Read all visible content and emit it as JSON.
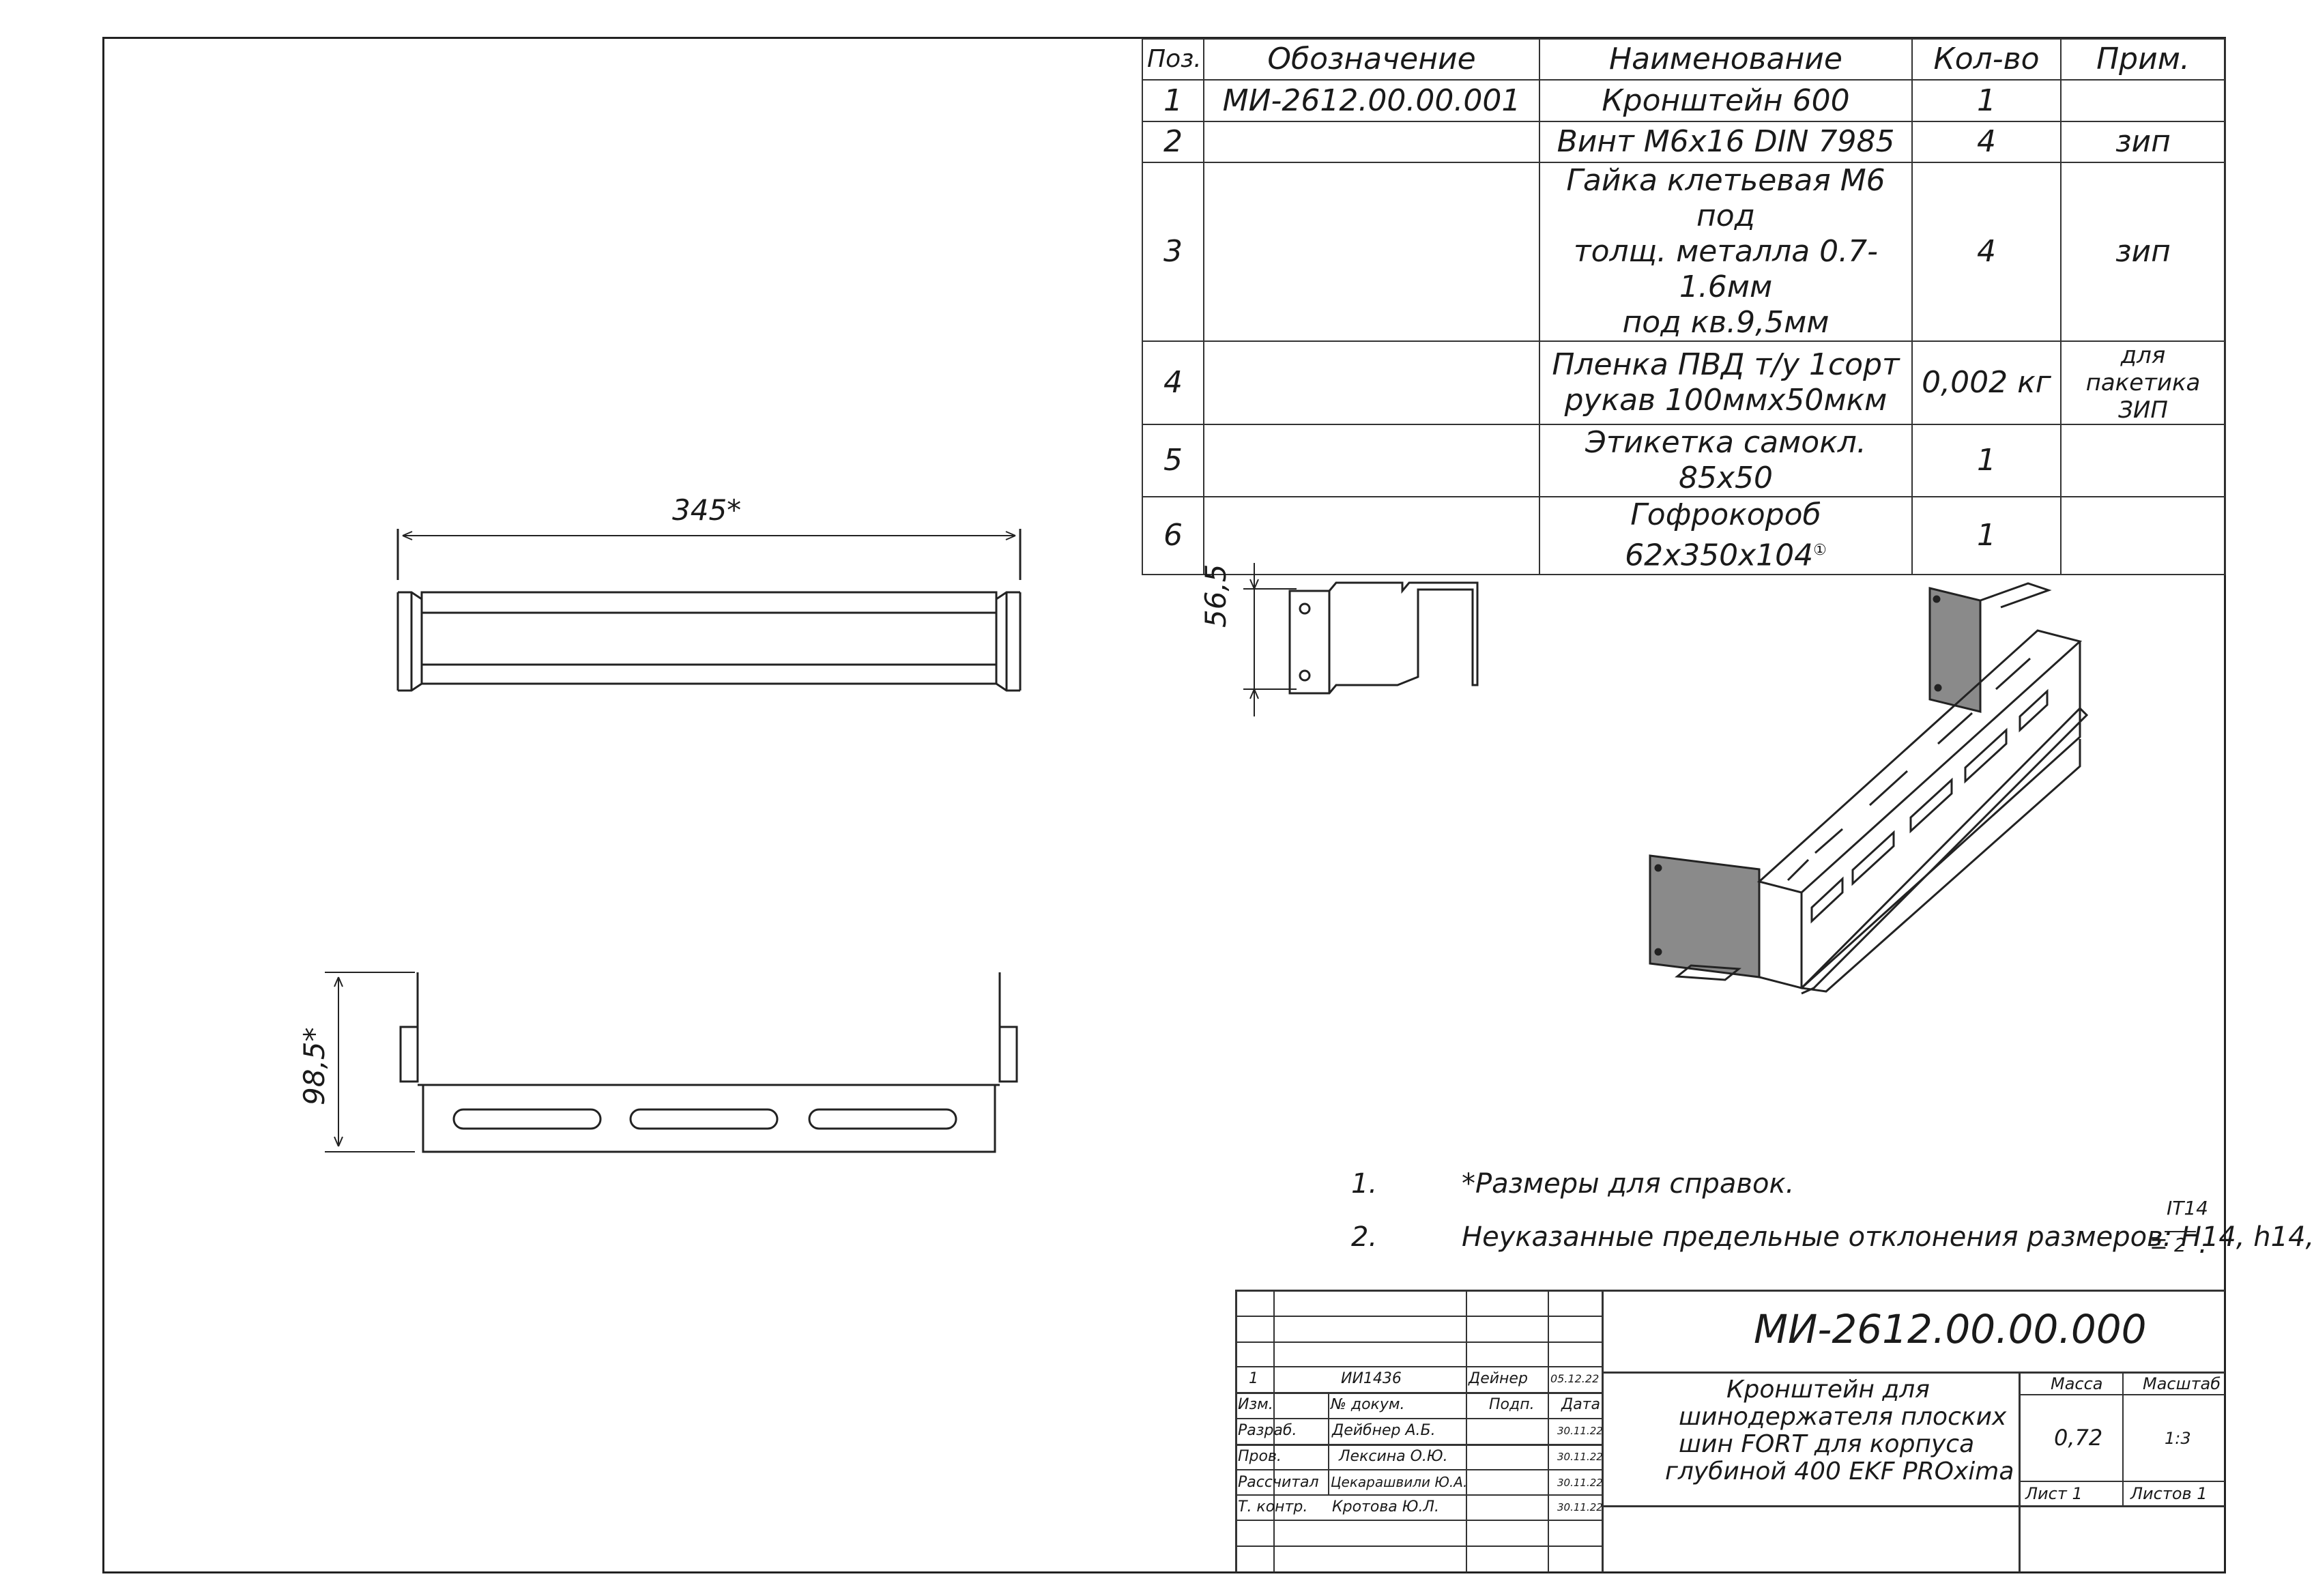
{
  "spec_table": {
    "headers": [
      "Поз.",
      "Обозначение",
      "Наименование",
      "Кол-во",
      "Прим."
    ],
    "rows": [
      {
        "pos": "1",
        "designation": "МИ-2612.00.00.001",
        "name": "Кронштейн 600",
        "qty": "1",
        "note": ""
      },
      {
        "pos": "2",
        "designation": "",
        "name": "Винт М6х16 DIN 7985",
        "qty": "4",
        "note": "зип"
      },
      {
        "pos": "3",
        "designation": "",
        "name_lines": [
          "Гайка клетьевая М6 под",
          "толщ. металла 0.7-1.6мм",
          "под кв.9,5мм"
        ],
        "qty": "4",
        "note": "зип"
      },
      {
        "pos": "4",
        "designation": "",
        "name_lines": [
          "Пленка ПВД т/у 1сорт",
          "рукав 100ммх50мкм"
        ],
        "qty": "0,002 кг",
        "note_lines": [
          "для пакетика",
          "ЗИП"
        ]
      },
      {
        "pos": "5",
        "designation": "",
        "name": "Этикетка самокл. 85х50",
        "qty": "1",
        "note": ""
      },
      {
        "pos": "6",
        "designation": "",
        "name": "Гофрокороб 62х350х104",
        "qty": "1",
        "note": ""
      }
    ]
  },
  "dimensions": {
    "top_view_width": "345*",
    "side_view_height": "56,5",
    "front_view_height": "98,5*"
  },
  "notes": {
    "n1_num": "1.",
    "n1_text": "*Размеры для справок.",
    "n2_num": "2.",
    "n2_text": "Неуказанные предельные отклонения размеров: H14, h14,",
    "n2_tol_top": "IT14",
    "n2_tol_pm": "±",
    "n2_tol_bottom": "2",
    "n2_end": "."
  },
  "title_block": {
    "doc_number": "МИ-2612.00.00.000",
    "title_lines": [
      "Кронштейн для",
      "шинодержателя плоских",
      "шин FORT для корпуса",
      "глубиной 400 EKF PROxima"
    ],
    "mass_label": "Масса",
    "scale_label": "Масштаб",
    "mass_value": "0,72",
    "scale_value": "1:3",
    "sheet_label": "Лист 1",
    "sheets_label": "Листов 1",
    "rev": {
      "izm": "1",
      "doc": "ИИ1436",
      "sign": "Дейнер",
      "date": "05.12.22"
    },
    "rev_headers": {
      "izm": "Изм.",
      "doc": "№ докум.",
      "sign": "Подп.",
      "date": "Дата"
    },
    "people": [
      {
        "role": "Разраб.",
        "name": "Дейбнер А.Б.",
        "date": "30.11.22"
      },
      {
        "role": "Пров.",
        "name": "Лексина О.Ю.",
        "date": "30.11.22"
      },
      {
        "role": "Рассчитал",
        "name": "Цекарашвили Ю.А.",
        "date": "30.11.22"
      },
      {
        "role": "Т. контр.",
        "name": "Кротова Ю.Л.",
        "date": "30.11.22"
      }
    ]
  }
}
